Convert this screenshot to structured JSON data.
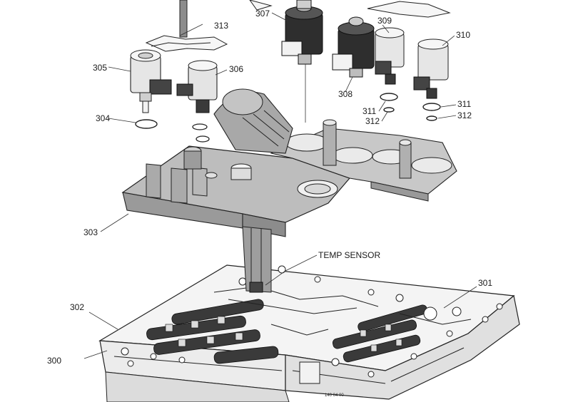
{
  "labels": {
    "l300": "300",
    "l301": "301",
    "l302": "302",
    "l303": "303",
    "l304": "304",
    "l305": "305",
    "l306": "306",
    "l307": "307",
    "l308": "308",
    "l309": "309",
    "l310": "310",
    "l311a": "311",
    "l311b": "311",
    "l312a": "312",
    "l312b": "312",
    "l313": "313",
    "temp_sensor": "TEMP SENSOR",
    "code": "140 04 00"
  }
}
